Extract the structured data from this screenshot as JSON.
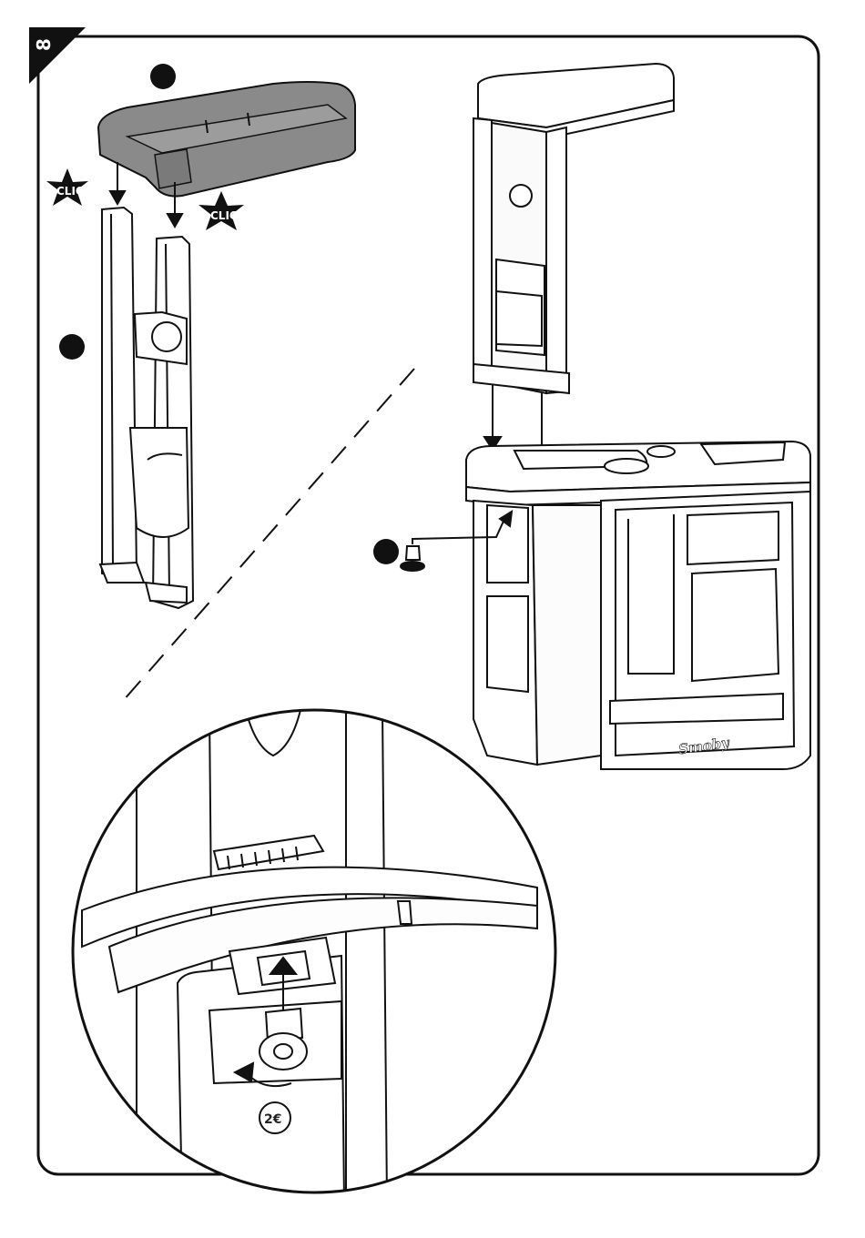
{
  "step": {
    "number": "8"
  },
  "callouts": [
    {
      "id": "part-top",
      "label": ""
    },
    {
      "id": "part-legs",
      "label": ""
    },
    {
      "id": "part-screw",
      "label": ""
    }
  ],
  "clic_badges": [
    "CLIC",
    "CLIC"
  ],
  "brand": {
    "logo": "Smoby"
  },
  "detail": {
    "coin_label": "2€"
  },
  "colors": {
    "ink": "#111111",
    "part_gray": "#8a8a8a",
    "paper": "#ffffff"
  }
}
